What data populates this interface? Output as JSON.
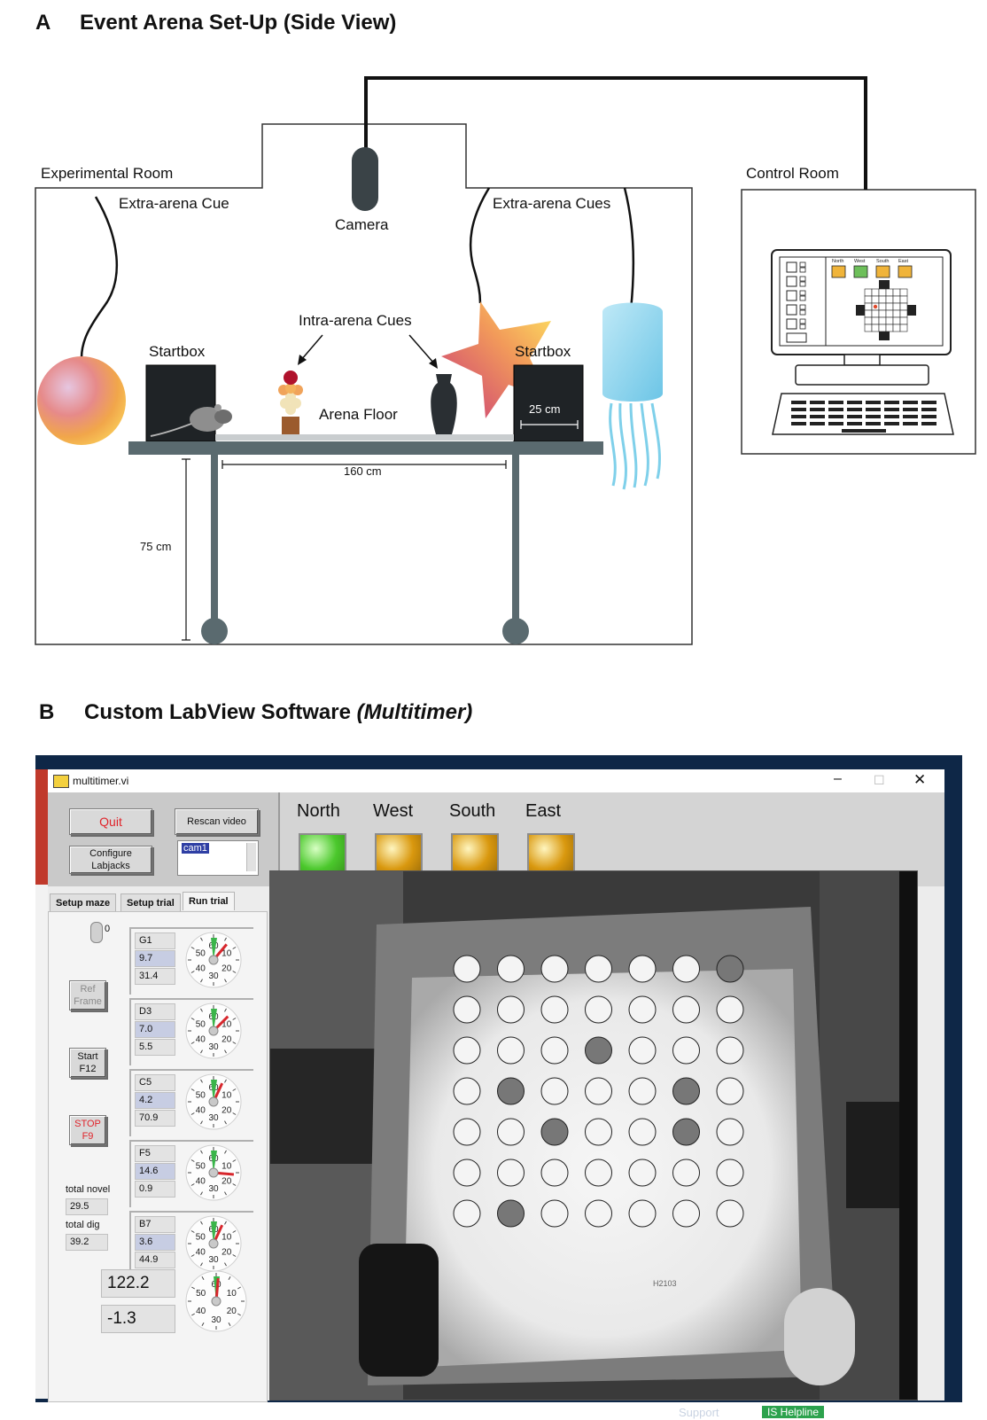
{
  "panel_a": {
    "letter": "A",
    "title": "Event Arena Set-Up (Side View)",
    "experimental_room": "Experimental Room",
    "control_room": "Control Room",
    "extra_arena_cue": "Extra-arena Cue",
    "extra_arena_cues": "Extra-arena Cues",
    "camera": "Camera",
    "intra_arena_cues": "Intra-arena Cues",
    "startbox_left": "Startbox",
    "startbox_right": "Startbox",
    "arena_floor": "Arena Floor",
    "startbox_size": "25 cm",
    "arena_length": "160 cm",
    "table_height": "75 cm",
    "monitor": {
      "labels": [
        "North",
        "West",
        "South",
        "East"
      ]
    }
  },
  "panel_b": {
    "letter": "B",
    "title": "Custom LabView Software",
    "title_italic": "(Multitimer)",
    "window_title": "multitimer.vi",
    "buttons": {
      "quit": "Quit",
      "rescan": "Rescan video",
      "configure": "Configure\nLabjacks",
      "ref_frame": "Ref\nFrame",
      "start": "Start\nF12",
      "stop": "STOP\nF9"
    },
    "camera_list": [
      "cam1"
    ],
    "tabs": [
      "Setup maze",
      "Setup trial",
      "Run trial"
    ],
    "stepper_value": "0",
    "directions": [
      {
        "label": "North",
        "color": "#4bc82c"
      },
      {
        "label": "West",
        "color": "#d9980e"
      },
      {
        "label": "South",
        "color": "#d9980e"
      },
      {
        "label": "East",
        "color": "#d9980e"
      }
    ],
    "timers": [
      {
        "id": "G1",
        "v1": "9.7",
        "v2": "31.4"
      },
      {
        "id": "D3",
        "v1": "7.0",
        "v2": "5.5"
      },
      {
        "id": "C5",
        "v1": "4.2",
        "v2": "70.9"
      },
      {
        "id": "F5",
        "v1": "14.6",
        "v2": "0.9"
      },
      {
        "id": "B7",
        "v1": "3.6",
        "v2": "44.9"
      }
    ],
    "dial_ticks": [
      "60",
      "10",
      "20",
      "30",
      "40",
      "50"
    ],
    "total_novel_label": "total novel",
    "total_novel_value": "29.5",
    "total_dig_label": "total dig",
    "total_dig_value": "39.2",
    "big_value_1": "122.2",
    "big_value_2": "-1.3",
    "video_marker": "H2103",
    "taskbar_support": "Support",
    "taskbar_helpline": "IS Helpline"
  }
}
